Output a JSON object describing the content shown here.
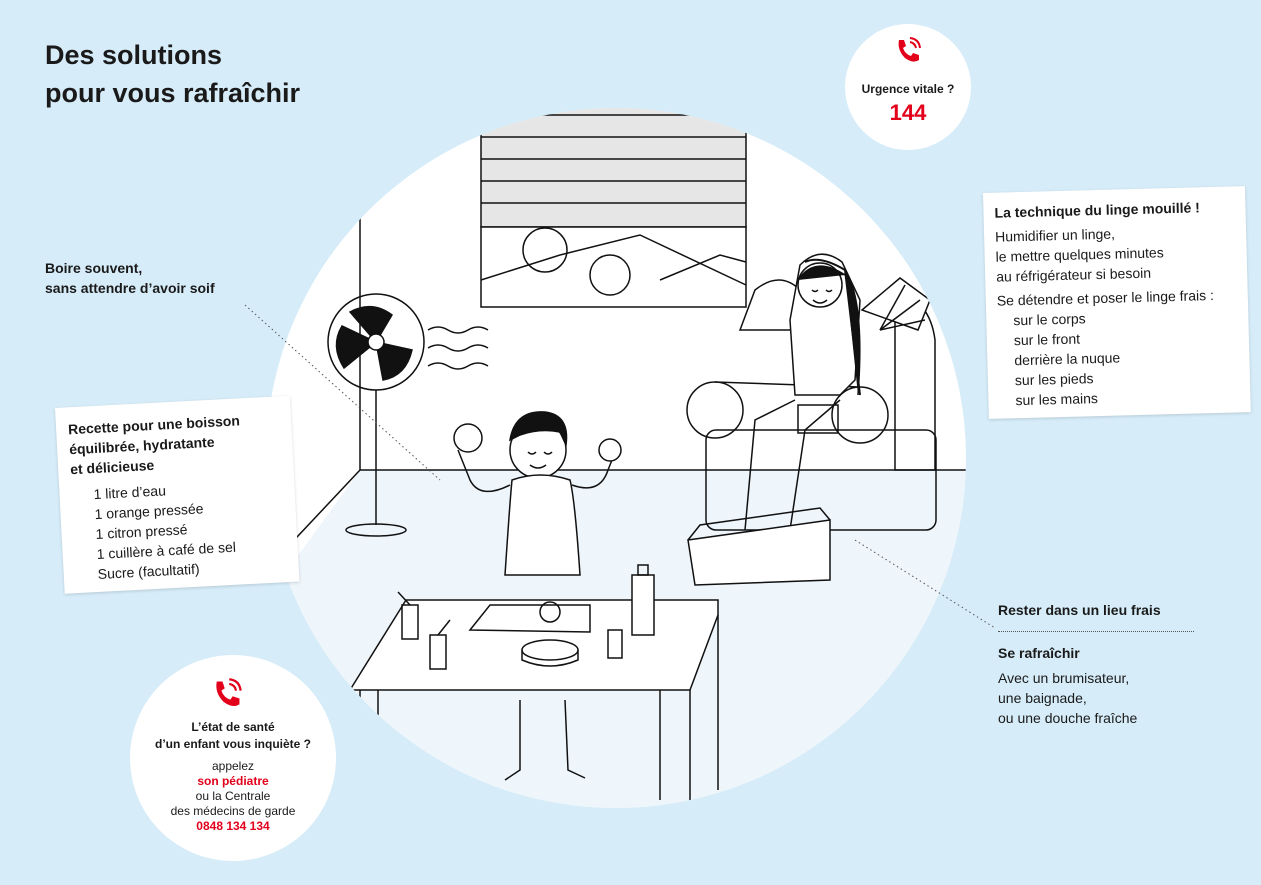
{
  "title": {
    "line1": "Des solutions",
    "line2": "pour vous rafraîchir"
  },
  "emergency": {
    "label": "Urgence vitale ?",
    "number": "144",
    "icon": "phone-icon"
  },
  "drink_tip": {
    "line1": "Boire souvent,",
    "line2": "sans attendre d’avoir soif"
  },
  "recipe": {
    "heading": [
      "Recette pour une boisson",
      "équilibrée, hydratante",
      "et délicieuse"
    ],
    "items": [
      "1 litre d’eau",
      "1 orange pressée",
      "1 citron pressé",
      "1 cuillère à café de sel",
      "Sucre (facultatif)"
    ]
  },
  "wet_cloth": {
    "heading": "La technique du linge mouillé !",
    "lines": [
      "Humidifier un linge,",
      "le mettre quelques minutes",
      "au réfrigérateur si besoin"
    ],
    "lead": "Se détendre et poser le linge frais :",
    "places": [
      "sur le corps",
      "sur le front",
      "derrière la nuque",
      "sur les pieds",
      "sur les mains"
    ]
  },
  "cool_place": "Rester dans un lieu frais",
  "refresh": {
    "heading": "Se rafraîchir",
    "lines": [
      "Avec un brumisateur,",
      "une baignade,",
      "ou une douche fraîche"
    ]
  },
  "child": {
    "question": [
      "L’état de santé",
      "d’un enfant vous inquiète ?"
    ],
    "call": "appelez",
    "pediatrician": "son pédiatre",
    "or": "ou la Centrale",
    "doctors": "des médecins de garde",
    "phone": "0848 134 134",
    "icon": "phone-icon"
  },
  "colors": {
    "background": "#d6ecf8",
    "accent": "#e2001a"
  }
}
